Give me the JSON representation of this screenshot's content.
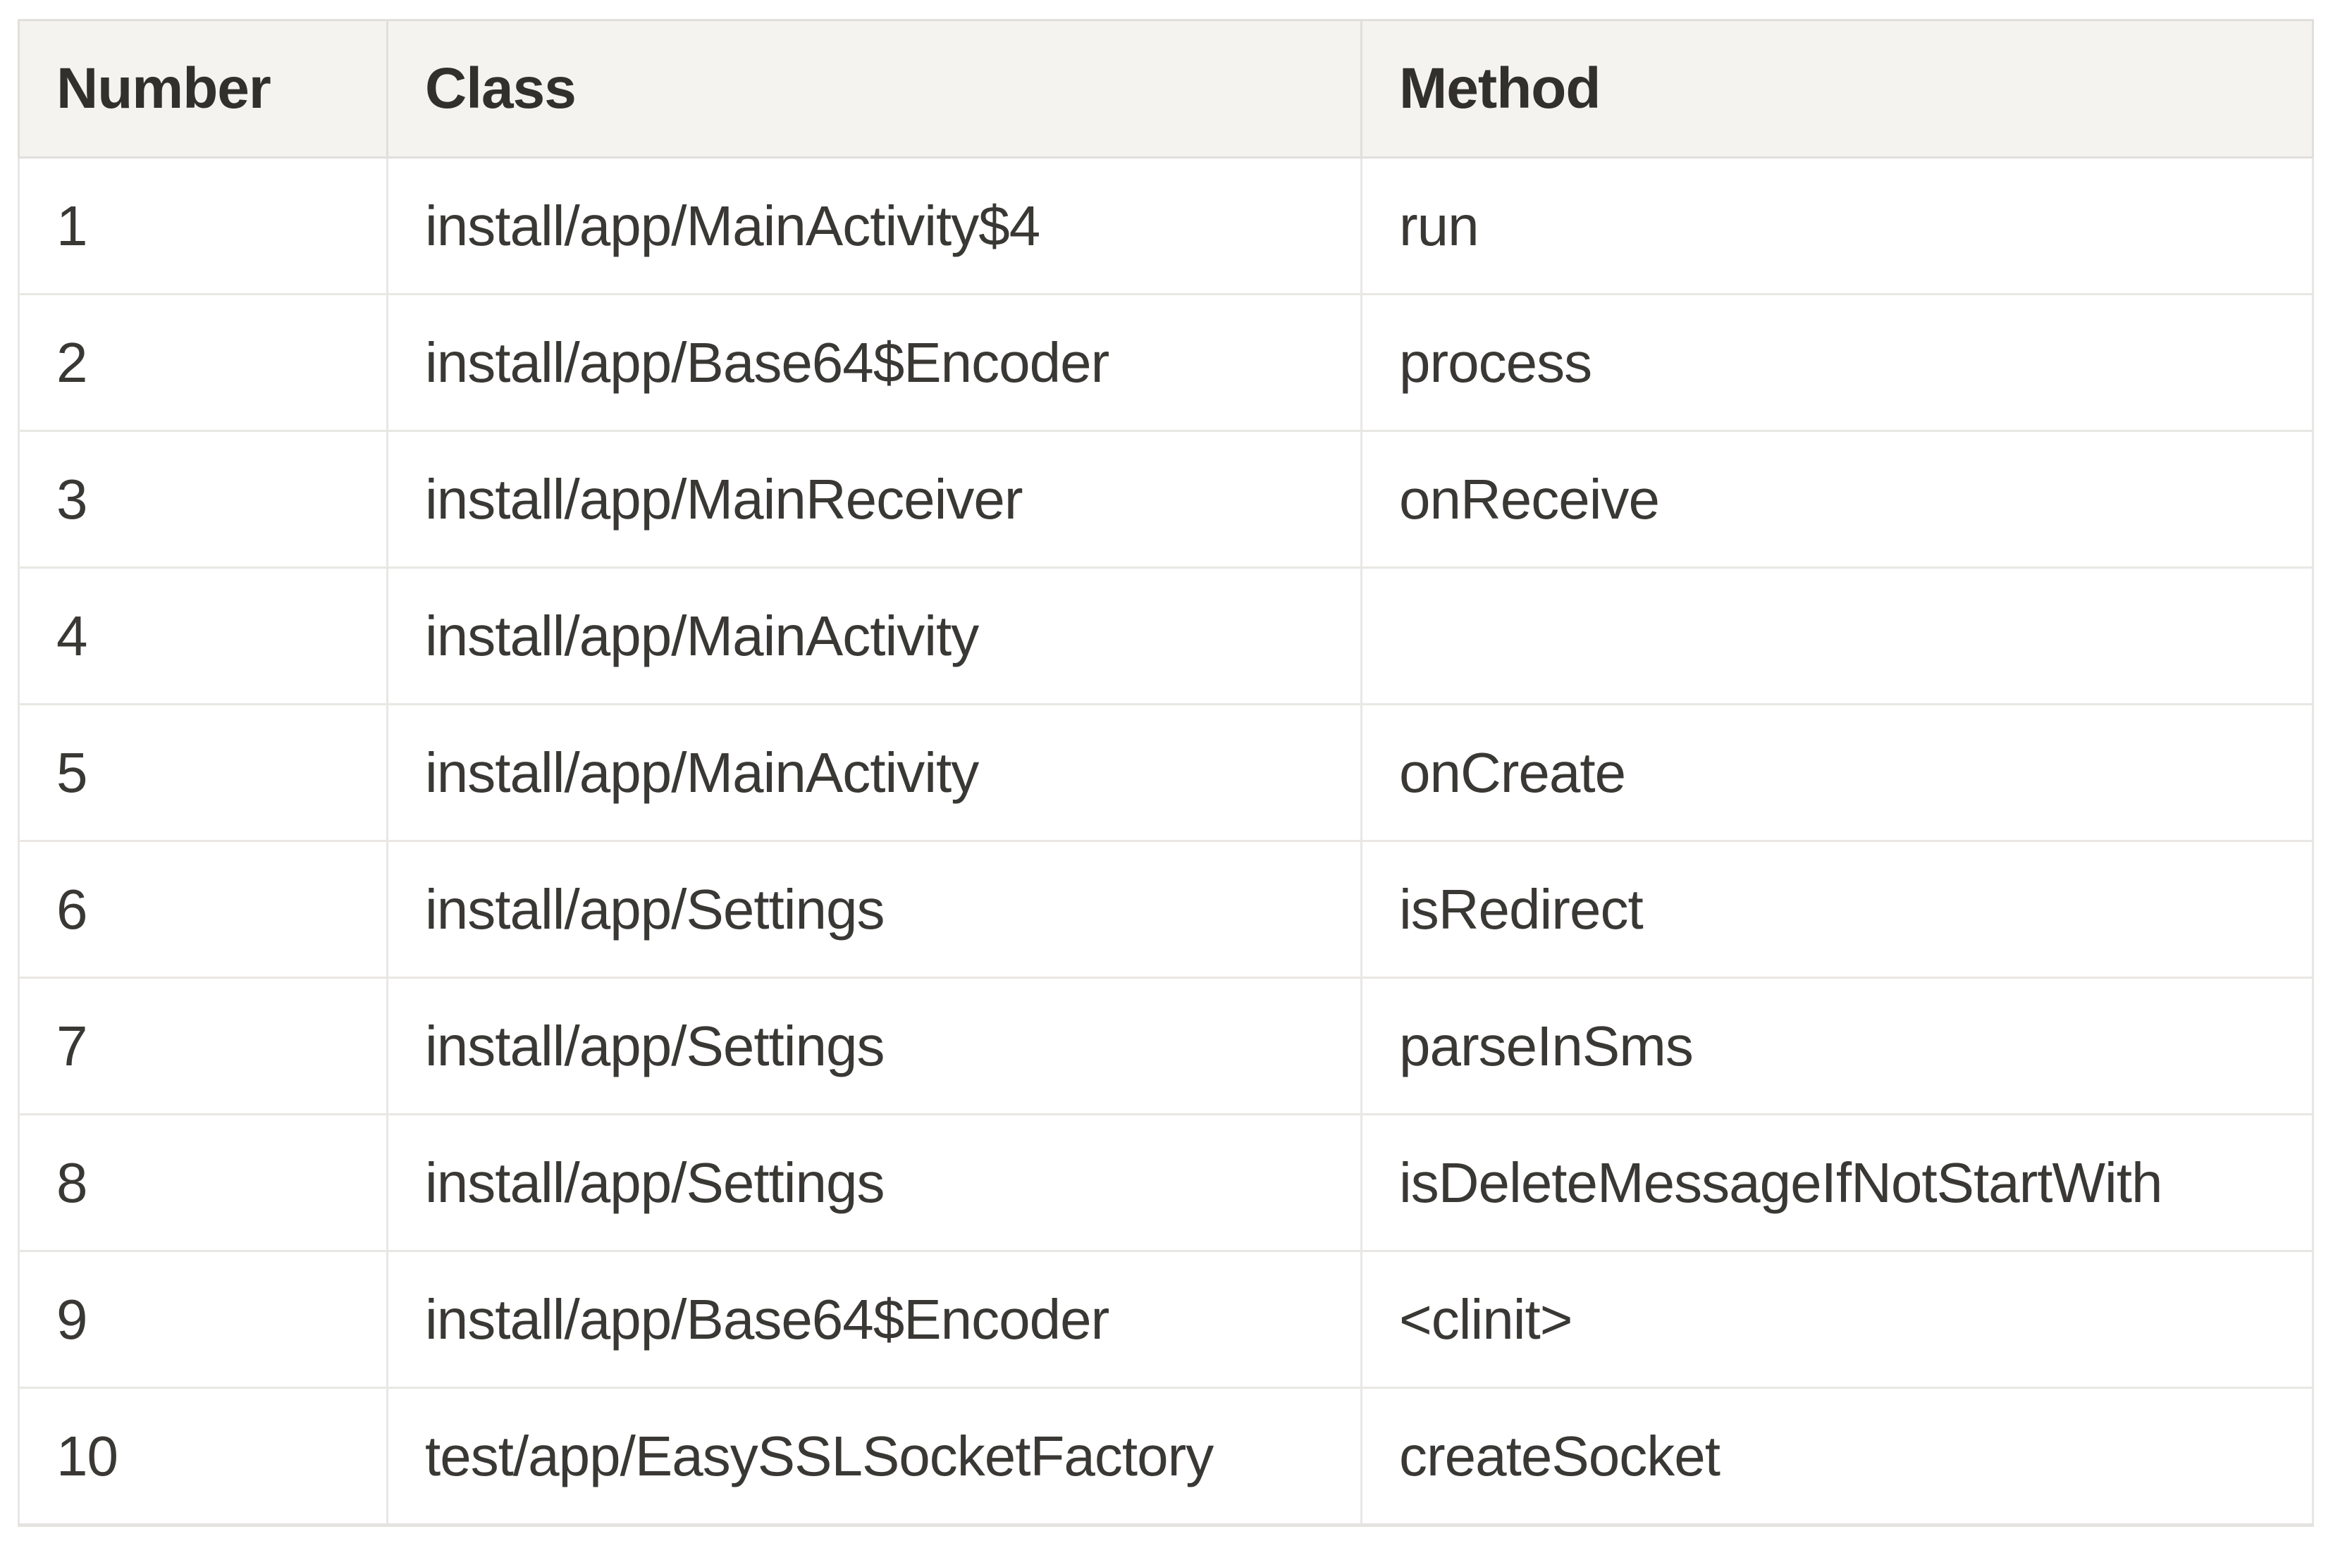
{
  "table": {
    "columns": [
      "Number",
      "Class",
      "Method"
    ],
    "rows": [
      {
        "number": "1",
        "class": "install/app/MainActivity$4",
        "method": "run"
      },
      {
        "number": "2",
        "class": "install/app/Base64$Encoder",
        "method": "process"
      },
      {
        "number": "3",
        "class": "install/app/MainReceiver",
        "method": "onReceive"
      },
      {
        "number": "4",
        "class": "install/app/MainActivity",
        "method": ""
      },
      {
        "number": "5",
        "class": "install/app/MainActivity",
        "method": "onCreate"
      },
      {
        "number": "6",
        "class": "install/app/Settings",
        "method": "isRedirect"
      },
      {
        "number": "7",
        "class": "install/app/Settings",
        "method": "parseInSms"
      },
      {
        "number": "8",
        "class": "install/app/Settings",
        "method": "isDeleteMessageIfNotStartWith"
      },
      {
        "number": "9",
        "class": "install/app/Base64$Encoder",
        "method": "<clinit>"
      },
      {
        "number": "10",
        "class": "test/app/EasySSLSocketFactory",
        "method": "createSocket"
      }
    ]
  },
  "colors": {
    "header_background": "#f4f3ef",
    "body_background": "#ffffff",
    "border": "#e1dfdc",
    "row_divider": "#e9e7e4",
    "text": "#3a3834"
  }
}
